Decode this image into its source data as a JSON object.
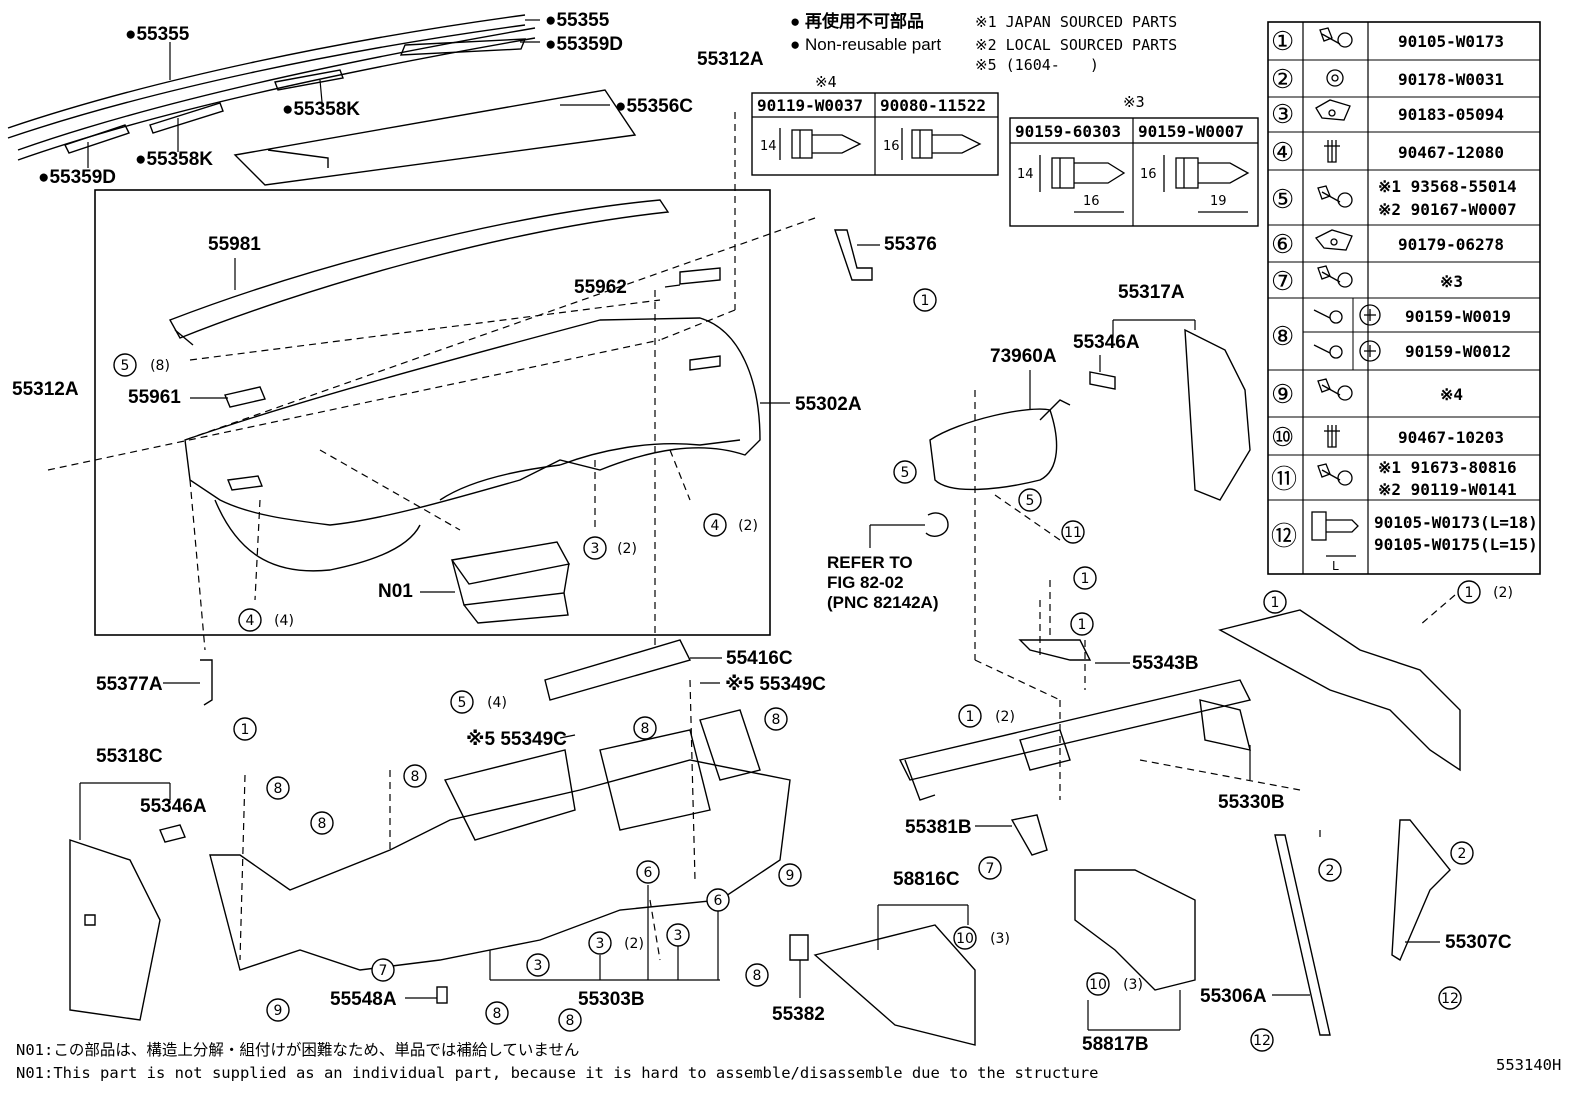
{
  "legend": {
    "jp_non_reusable": "● 再使用不可部品",
    "en_non_reusable": "● Non-reusable part",
    "n1": "※1 JAPAN SOURCED PARTS",
    "n2": "※2 LOCAL SOURCED PARTS",
    "n5": "※5 (1604-　　)"
  },
  "box4": {
    "mark": "※4",
    "c1": "90119-W0037",
    "c2": "90080-11522",
    "d1": "14",
    "d2": "16"
  },
  "box3": {
    "mark": "※3",
    "c1": "90159-60303",
    "c2": "90159-W0007",
    "d1": "14",
    "d1b": "16",
    "d2": "16",
    "d2b": "19"
  },
  "fasteners": [
    {
      "num": "①",
      "part": "90105-W0173"
    },
    {
      "num": "②",
      "part": "90178-W0031"
    },
    {
      "num": "③",
      "part": "90183-05094"
    },
    {
      "num": "④",
      "part": "90467-12080"
    },
    {
      "num": "⑤",
      "part": "※1 93568-55014",
      "part2": "※2 90167-W0007"
    },
    {
      "num": "⑥",
      "part": "90179-06278"
    },
    {
      "num": "⑦",
      "part": "※3"
    },
    {
      "num": "⑧",
      "part": "90159-W0019",
      "part2": "90159-W0012"
    },
    {
      "num": "⑨",
      "part": "※4"
    },
    {
      "num": "⑩",
      "part": "90467-10203"
    },
    {
      "num": "⑪",
      "part": "※1 91673-80816",
      "part2": "※2 90119-W0141"
    },
    {
      "num": "⑫",
      "part": "90105-W0173(L=18)",
      "part2": "90105-W0175(L=15)",
      "dim": "L"
    }
  ],
  "labels": {
    "p55355a": "●55355",
    "p55355b": "●55355",
    "p55359d_top": "●55359D",
    "p55358k_a": "●55358K",
    "p55356c": "●55356C",
    "p55358k_b": "●55358K",
    "p55359d_bot": "●55359D",
    "p55312a_top": "55312A",
    "p55312a_left": "55312A",
    "p55981": "55981",
    "p55962": "55962",
    "p55376": "55376",
    "p55961": "55961",
    "p55302a": "55302A",
    "n01": "N01",
    "p55317a": "55317A",
    "p55346a_r": "55346A",
    "p73960a": "73960A",
    "refer1": "REFER TO",
    "refer2": "FIG 82-02",
    "refer3": "(PNC 82142A)",
    "p55377a": "55377A",
    "p55416c": "55416C",
    "p55349c_a": "※5 55349C",
    "p55349c_b": "※5 55349C",
    "p55343b": "55343B",
    "p55318c": "55318C",
    "p55346a_l": "55346A",
    "p55330b": "55330B",
    "p55381b": "55381B",
    "p58816c": "58816C",
    "p55548a": "55548A",
    "p55303b": "55303B",
    "p55382": "55382",
    "p55306a": "55306A",
    "p55307c": "55307C",
    "p58817b": "58817B"
  },
  "callouts": {
    "q2": "(2)",
    "q3": "(3)",
    "q4": "(4)",
    "q8": "(8)"
  },
  "footer": {
    "jp": "N01:この部品は、構造上分解・組付けが困難なため、単品では補給していません",
    "en": "N01:This part is not supplied as an individual part, because it is hard to assemble/disassemble due to the structure",
    "code": "553140H"
  }
}
